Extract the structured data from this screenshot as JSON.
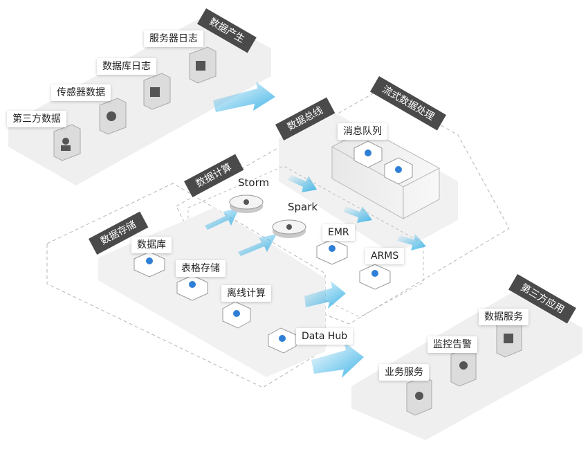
{
  "zones": {
    "data_generation": "数据产生",
    "stream_processing": "流式数据处理",
    "data_bus": "数据总线",
    "data_compute": "数据计算",
    "data_storage": "数据存储",
    "third_party_apps": "第三方应用"
  },
  "sources": {
    "server_logs": "服务器日志",
    "database_logs": "数据库日志",
    "sensor_data": "传感器数据",
    "third_party_data": "第三方数据"
  },
  "bus": {
    "message_queue": "消息队列"
  },
  "compute": {
    "storm": "Storm",
    "spark": "Spark",
    "emr": "EMR",
    "arms": "ARMS"
  },
  "storage": {
    "database": "数据库",
    "table_store": "表格存储",
    "offline_compute": "离线计算",
    "datahub": "Data Hub"
  },
  "apps": {
    "data_service": "数据服务",
    "monitoring": "监控告警",
    "business_service": "业务服务"
  },
  "colors": {
    "arrow": "#3ab2e6",
    "zone_label": "#4a4a4a",
    "panel": "#f2f2f2",
    "icon_blue": "#2f7fd6"
  }
}
